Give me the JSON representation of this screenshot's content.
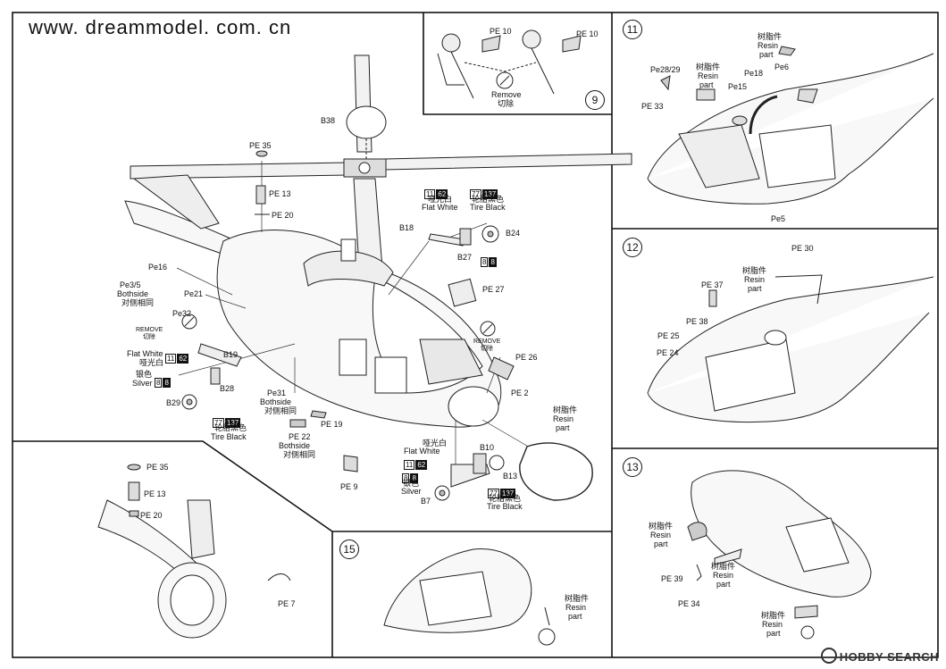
{
  "website": "www. dreammodel. com. cn",
  "watermark": "HOBBY SEARCH",
  "steps": {
    "s9": "9",
    "s11": "11",
    "s12": "12",
    "s13": "13",
    "s15": "15"
  },
  "main": {
    "b38": "B38",
    "pe35": "PE 35",
    "pe13": "PE 13",
    "pe20": "PE 20",
    "pe16": "Pe16",
    "pe3_5": "Pe3/5",
    "bothside": "Bothside",
    "duice": "对侧相同",
    "pe21": "Pe21",
    "pe32": "Pe32",
    "remove_en": "REMOVE",
    "remove_cn": "切除",
    "flat_white_en": "Flat White",
    "flat_white_cn": "哑光白",
    "code_11": "11",
    "code_62": "62",
    "b19": "B19",
    "silver_cn": "银色",
    "silver_en": "Silver",
    "code_8": "8",
    "b28": "B28",
    "b29": "B29",
    "code_77": "77",
    "code_137": "137",
    "tire_black_cn": "轮胎黑色",
    "tire_black_en": "Tire Black",
    "pe31": "Pe31",
    "pe19": "PE 19",
    "pe22": "PE 22",
    "b18": "B18",
    "b24": "B24",
    "b27": "B27",
    "pe27": "PE 27",
    "pe26": "PE 26",
    "pe2": "PE 2",
    "resin_cn": "树脂件",
    "resin_en": "Resin",
    "part": "part",
    "b10": "B10",
    "b13": "B13",
    "b7": "B7",
    "pe9": "PE 9"
  },
  "step9": {
    "pe10": "PE 10",
    "remove_en": "Remove",
    "remove_cn": "切除"
  },
  "step11": {
    "pe28_29": "Pe28/29",
    "pe33": "PE 33",
    "pe15": "Pe15",
    "pe18": "Pe18",
    "pe6": "Pe6",
    "pe5": "Pe5"
  },
  "step12": {
    "pe30": "PE 30",
    "pe37": "PE 37",
    "pe38": "PE 38",
    "pe25": "PE 25",
    "pe24": "PE 24"
  },
  "step13": {
    "pe39": "PE 39",
    "pe34": "PE 34"
  },
  "step14": {
    "pe35": "PE 35",
    "pe13": "PE 13",
    "pe20": "PE 20",
    "pe7": "PE 7"
  }
}
